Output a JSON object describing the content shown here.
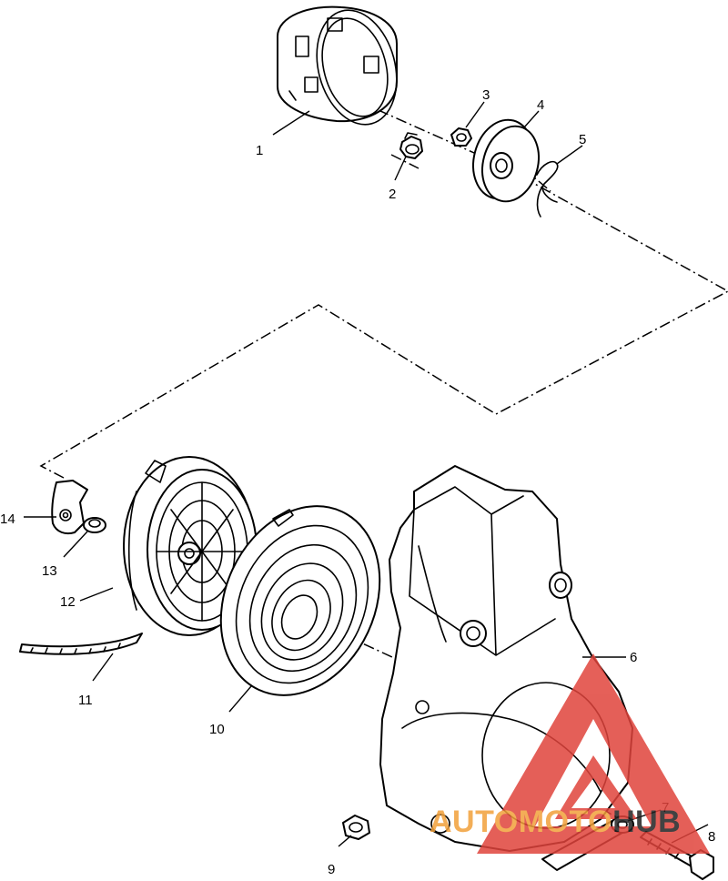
{
  "callouts": [
    {
      "id": "1",
      "label": "1"
    },
    {
      "id": "2",
      "label": "2"
    },
    {
      "id": "3",
      "label": "3"
    },
    {
      "id": "4",
      "label": "4"
    },
    {
      "id": "5",
      "label": "5"
    },
    {
      "id": "6",
      "label": "6"
    },
    {
      "id": "7",
      "label": "7"
    },
    {
      "id": "8",
      "label": "8"
    },
    {
      "id": "9",
      "label": "9"
    },
    {
      "id": "10",
      "label": "10"
    },
    {
      "id": "11",
      "label": "11"
    },
    {
      "id": "12",
      "label": "12"
    },
    {
      "id": "13",
      "label": "13"
    },
    {
      "id": "14",
      "label": "14"
    }
  ],
  "watermark": {
    "text_part1": "AUTOMOTO",
    "text_part2": "HUB",
    "colors": {
      "triangle": "#e0443c",
      "text_part1": "#f2a03a",
      "text_part2": "#222222"
    }
  }
}
